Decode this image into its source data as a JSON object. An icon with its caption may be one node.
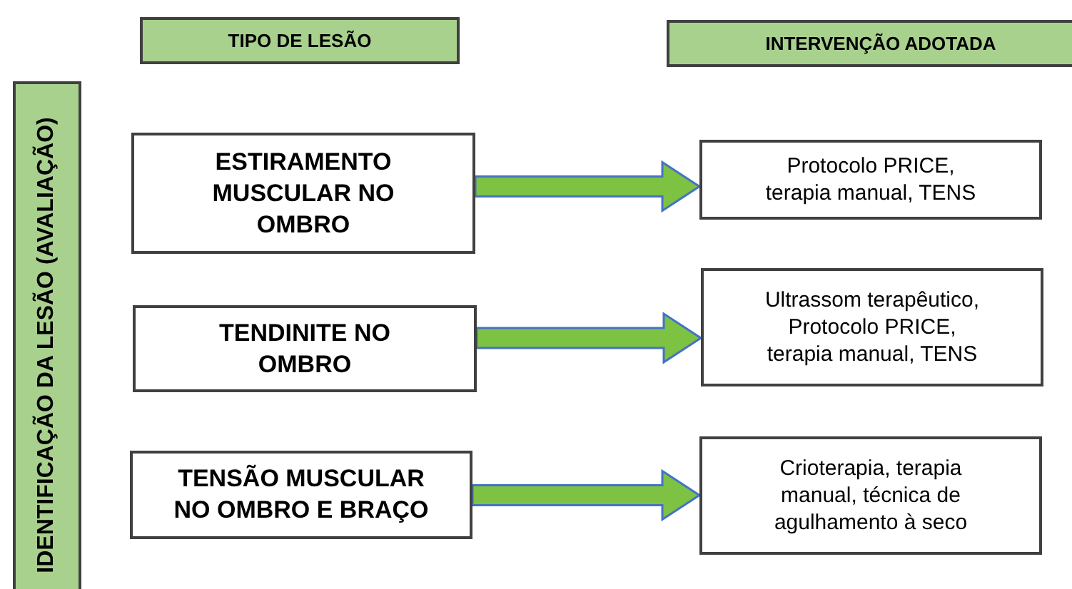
{
  "diagram": {
    "nodes": [
      {
        "text": [
          "TIPO DE LESÃO"
        ]
      },
      {
        "text": [
          "INTERVENÇÃO ADOTADA"
        ]
      },
      {
        "text": [
          "IDENTIFICAÇÃO DA LESÃO (AVALIAÇÃO)"
        ]
      },
      {
        "text": [
          "ESTIRAMENTO MUSCULAR NO OMBRO"
        ]
      },
      {
        "text": [
          "TENDINITE NO OMBRO"
        ]
      },
      {
        "text": [
          "TENSÃO MUSCULAR NO OMBRO E BRAÇO"
        ]
      },
      {
        "text": [
          "Protocolo PRICE, terapia manual, TENS"
        ]
      },
      {
        "text": [
          "Ultrassom terapêutico, Protocolo PRICE, terapia manual, TENS"
        ]
      },
      {
        "text": [
          "Crioterapia, terapia manual, técnica de agulhamento à seco"
        ]
      }
    ],
    "edges": [
      {
        "from": 3,
        "to": 6,
        "arrow": "to"
      },
      {
        "from": 4,
        "to": 7,
        "arrow": "to"
      },
      {
        "from": 5,
        "to": 8,
        "arrow": "to"
      }
    ]
  }
}
